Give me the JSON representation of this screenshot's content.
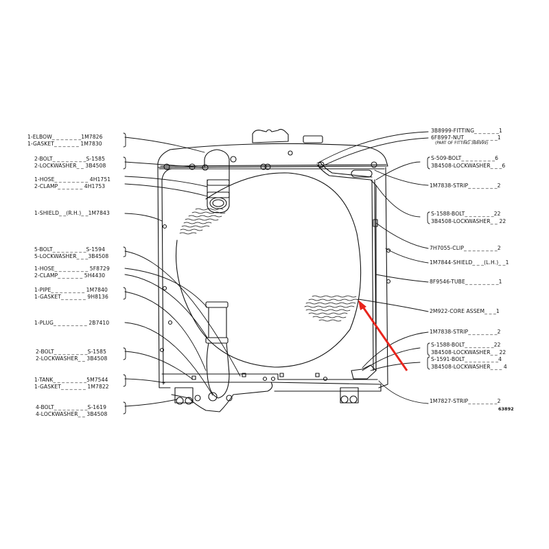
{
  "diagram": {
    "title": "Radiator assembly parts diagram",
    "figure_number": "63892",
    "highlight_color": "#e8241c",
    "line_color": "#111111",
    "left_callouts": [
      {
        "group": "elbow-gasket",
        "items": [
          {
            "qty": "1",
            "name": "ELBOW",
            "part": "1M7826"
          },
          {
            "qty": "1",
            "name": "GASKET",
            "part": "1M7830"
          }
        ]
      },
      {
        "group": "bolt-lockwasher-top",
        "items": [
          {
            "qty": "2",
            "name": "BOLT",
            "part": "S-1585"
          },
          {
            "qty": "2",
            "name": "LOCKWASHER",
            "part": "3B4508"
          }
        ]
      },
      {
        "group": "hose-clamp-top",
        "items": [
          {
            "qty": "1",
            "name": "HOSE",
            "part": "4H1751"
          },
          {
            "qty": "2",
            "name": "CLAMP",
            "part": "4H1753"
          }
        ]
      },
      {
        "group": "shield-rh",
        "items": [
          {
            "qty": "1",
            "name": "SHIELD (R.H.)",
            "part": "1M7843"
          }
        ]
      },
      {
        "group": "bolt-lockwasher-5",
        "items": [
          {
            "qty": "5",
            "name": "BOLT",
            "part": "S-1594"
          },
          {
            "qty": "5",
            "name": "LOCKWASHER",
            "part": "3B4508"
          }
        ]
      },
      {
        "group": "hose-clamp-bottom",
        "items": [
          {
            "qty": "1",
            "name": "HOSE",
            "part": "5F8729"
          },
          {
            "qty": "2",
            "name": "CLAMP",
            "part": "5H4430"
          }
        ]
      },
      {
        "group": "pipe-gasket",
        "items": [
          {
            "qty": "1",
            "name": "PIPE",
            "part": "1M7840"
          },
          {
            "qty": "1",
            "name": "GASKET",
            "part": "9H8136"
          }
        ]
      },
      {
        "group": "plug",
        "items": [
          {
            "qty": "1",
            "name": "PLUG",
            "part": "2B7410"
          }
        ]
      },
      {
        "group": "bolt-lockwasher-bottom",
        "items": [
          {
            "qty": "2",
            "name": "BOLT",
            "part": "S-1585"
          },
          {
            "qty": "2",
            "name": "LOCKWASHER",
            "part": "3B4508"
          }
        ]
      },
      {
        "group": "tank-gasket",
        "items": [
          {
            "qty": "1",
            "name": "TANK",
            "part": "5M7544"
          },
          {
            "qty": "1",
            "name": "GASKET",
            "part": "1M7822"
          }
        ]
      },
      {
        "group": "bolt-lockwasher-4",
        "items": [
          {
            "qty": "4",
            "name": "BOLT",
            "part": "S-1619"
          },
          {
            "qty": "4",
            "name": "LOCKWASHER",
            "part": "3B4508"
          }
        ]
      }
    ],
    "right_callouts": [
      {
        "group": "fitting-nut",
        "items": [
          {
            "part": "3B8999",
            "name": "FITTING",
            "qty": "1"
          },
          {
            "part": "6F8997",
            "name": "NUT",
            "qty": "1"
          }
        ],
        "note": "(PART OF FITTING 3B8999)"
      },
      {
        "group": "bolt-lockwasher-6",
        "items": [
          {
            "part": "S-509",
            "name": "BOLT",
            "qty": "6"
          },
          {
            "part": "3B4508",
            "name": "LOCKWASHER",
            "qty": "6"
          }
        ]
      },
      {
        "group": "strip-top",
        "items": [
          {
            "part": "1M7838",
            "name": "STRIP",
            "qty": "2"
          }
        ]
      },
      {
        "group": "bolt-lockwasher-22-top",
        "items": [
          {
            "part": "S-1588",
            "name": "BOLT",
            "qty": "22"
          },
          {
            "part": "3B4508",
            "name": "LOCKWASHER",
            "qty": "22"
          }
        ]
      },
      {
        "group": "clip",
        "items": [
          {
            "part": "7H7055",
            "name": "CLIP",
            "qty": "2"
          }
        ]
      },
      {
        "group": "shield-lh",
        "items": [
          {
            "part": "1M7844",
            "name": "SHIELD (L.H.)",
            "qty": "1"
          }
        ]
      },
      {
        "group": "tube",
        "items": [
          {
            "part": "8F9546",
            "name": "TUBE",
            "qty": "1"
          }
        ]
      },
      {
        "group": "core-assem",
        "items": [
          {
            "part": "2M922",
            "name": "CORE ASSEM",
            "qty": "1"
          }
        ]
      },
      {
        "group": "strip-mid",
        "items": [
          {
            "part": "1M7838",
            "name": "STRIP",
            "qty": "2"
          }
        ]
      },
      {
        "group": "bolt-lockwasher-22-bottom",
        "items": [
          {
            "part": "S-1588",
            "name": "BOLT",
            "qty": "22"
          },
          {
            "part": "3B4508",
            "name": "LOCKWASHER",
            "qty": "22"
          }
        ]
      },
      {
        "group": "bolt-lockwasher-4-right",
        "items": [
          {
            "part": "S-1591",
            "name": "BOLT",
            "qty": "4"
          },
          {
            "part": "3B4508",
            "name": "LOCKWASHER",
            "qty": "4"
          }
        ]
      },
      {
        "group": "strip-bottom",
        "items": [
          {
            "part": "1M7827",
            "name": "STRIP",
            "qty": "2"
          }
        ]
      }
    ],
    "highlight": {
      "target": "2M922 CORE ASSEM",
      "shape": "red-arrow"
    }
  },
  "text": {
    "l0": "1-ELBOW_ _ _ _ _ _ _1M7826",
    "l1": "1-GASKET_ _ _ _ _ _ 1M7830",
    "l2": "2-BOLT_ _ _ _ _ _ _ _S-1585",
    "l3": "2-LOCKWASHER_ _ 3B4508",
    "l4": "1-HOSE_ _ _ _ _ _ _ _ 4H1751",
    "l5": "2-CLAMP_ _ _ _ _ _ 4H1753",
    "l6": "1-SHIELD_ _(R.H.)_ _1M7843",
    "l7": "5-BOLT_ _ _ _ _ _ _ _S-1594",
    "l8": "5-LOCKWASHER_ _ _3B4508",
    "l9": "1-HOSE_ _ _ _ _ _ _ _ 5F8729",
    "l10": "2-CLAMP_ _ _ _ _ _ 5H4430",
    "l11": "1-PIPE_ _ _ _ _ _ _ _ 1M7840",
    "l12": "1-GASKET_ _ _ _ _ _ 9H8136",
    "l13": "1-PLUG_ _ _ _ _ _ _ _ 2B7410",
    "l14": "2-BOLT_ _ _ _ _ _ _ _S-1585",
    "l15": "2-LOCKWASHER_ _ 3B4508",
    "l16": "1-TANK_ _ _ _ _ _ _ _5M7544",
    "l17": "1-GASKET_ _ _ _ _ _ 1M7822",
    "l18": "4-BOLT_ _ _ _ _ _ _ _S-1619",
    "l19": "4-LOCKWASHER_ _ 3B4508",
    "r0": "3B8999-FITTING_ _ _ _ _ _1",
    "r1": "6F8997-NUT_ _ _ _ _ _ _ _1",
    "r1note": "(PART OF FITTING 3B8999)",
    "r2": "S-509-BOLT_ _ _ _ _ _ _ _6",
    "r3": "3B4508-LOCKWASHER_ _ _6",
    "r4": "1M7838-STRIP_ _ _ _ _ _ _2",
    "r5": "S-1588-BOLT_ _ _ _ _ _ _22",
    "r6": "3B4508-LOCKWASHER_ _ 22",
    "r7": "7H7055-CLIP_ _ _ _ _ _ _ _2",
    "r8": "1M7844-SHIELD_ _ _(L.H.)_ _1",
    "r9": "8F9546-TUBE_ _ _ _ _ _ _ _1",
    "r10": "2M922-CORE ASSEM_ _ _1",
    "r11": "1M7838-STRIP_ _ _ _ _ _ _2",
    "r12": "S-1588-BOLT_ _ _ _ _ _ _22",
    "r13": "3B4508-LOCKWASHER_ _ 22",
    "r14": "S-1591-BOLT_ _ _ _ _ _ _ _4",
    "r15": "3B4508-LOCKWASHER_ _ _ 4",
    "r16": "1M7827-STRIP_ _ _ _ _ _ _2",
    "fig": "63892"
  }
}
